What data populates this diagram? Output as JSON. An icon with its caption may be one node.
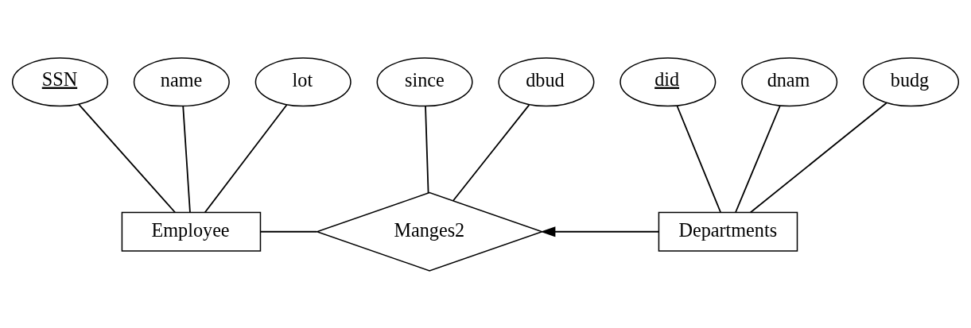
{
  "diagram": {
    "nodes": [
      {
        "text": [
          "SSN"
        ]
      },
      {
        "text": [
          "name"
        ]
      },
      {
        "text": [
          "lot"
        ]
      },
      {
        "text": [
          "Employee"
        ]
      },
      {
        "text": [
          "since"
        ]
      },
      {
        "text": [
          "dbud"
        ]
      },
      {
        "text": [
          "Manges2"
        ]
      },
      {
        "text": [
          "did"
        ]
      },
      {
        "text": [
          "dnam"
        ]
      },
      {
        "text": [
          "budg"
        ]
      },
      {
        "text": [
          "Departments"
        ]
      }
    ],
    "edges": [
      {
        "from": 3,
        "to": 0,
        "arrow": "none"
      },
      {
        "from": 3,
        "to": 1,
        "arrow": "none"
      },
      {
        "from": 3,
        "to": 2,
        "arrow": "none"
      },
      {
        "from": 6,
        "to": 4,
        "arrow": "none"
      },
      {
        "from": 6,
        "to": 5,
        "arrow": "none"
      },
      {
        "from": 10,
        "to": 7,
        "arrow": "none"
      },
      {
        "from": 10,
        "to": 8,
        "arrow": "none"
      },
      {
        "from": 10,
        "to": 9,
        "arrow": "none"
      },
      {
        "from": 3,
        "to": 6,
        "arrow": "none"
      },
      {
        "from": 10,
        "to": 6,
        "arrow": "to"
      }
    ]
  }
}
